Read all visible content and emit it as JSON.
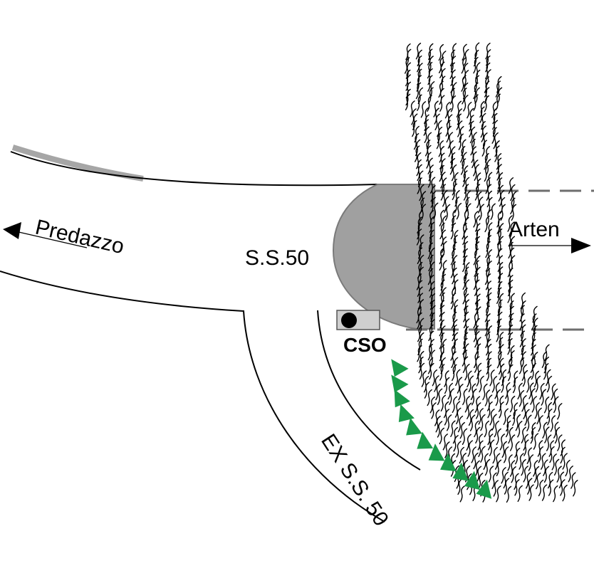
{
  "labels": {
    "predazzo": "Predazzo",
    "arten": "Arten",
    "ss50": "S.S.50",
    "cso": "CSO",
    "ex_ss50": "EX S.S. 50"
  },
  "colors": {
    "background": "#ffffff",
    "road_line": "#000000",
    "gray_marker": "#a6a6a6",
    "ground_fill": "#a0a0a0",
    "cso_box": "#cfcfcf",
    "dashed_line": "#6e6e6e",
    "green_triangles": "#1a9a4a"
  },
  "icons": {
    "arrow_left": "arrow-left-icon",
    "arrow_right": "arrow-right-icon",
    "cso_station": "station-dot-icon",
    "triangle_marker": "triangle-marker-icon",
    "hatched_slope": "scarp-hatching"
  }
}
